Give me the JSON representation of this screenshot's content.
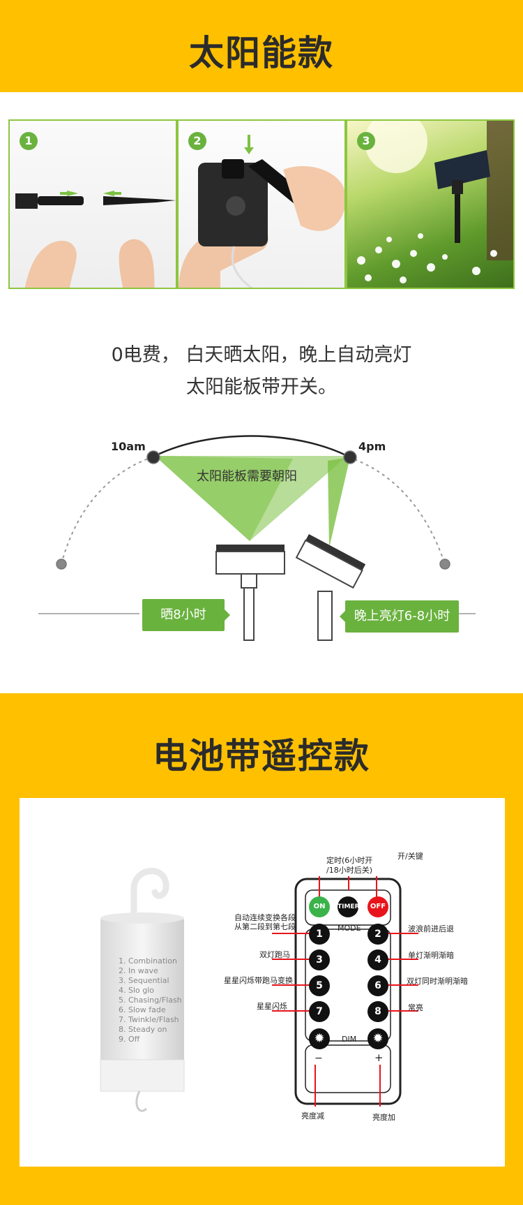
{
  "solar_section": {
    "title": "太阳能款",
    "steps": [
      {
        "number": "1"
      },
      {
        "number": "2"
      },
      {
        "number": "3"
      }
    ],
    "slogan_line1": "0电费， 白天晒太阳，晚上自动亮灯",
    "slogan_line2": "太阳能板带开关。",
    "diagram": {
      "time_start": "10am",
      "time_end": "4pm",
      "center_label": "太阳能板需要朝阳",
      "charge_label": "晒8小时",
      "light_label": "晚上亮灯6-8小时"
    }
  },
  "battery_section": {
    "title": "电池带遥控款",
    "battery_modes": [
      "1. Combination",
      "2. In wave",
      "3. Sequential",
      "4. Slo glo",
      "5. Chasing/Flash",
      "6. Slow fade",
      "7. Twinkle/Flash",
      "8. Steady on",
      "9. Off"
    ],
    "remote": {
      "on": "ON",
      "timer": "TIMER",
      "off": "OFF",
      "mode": "MODE",
      "dim": "DIM",
      "minus": "−",
      "plus": "+",
      "buttons": [
        "1",
        "2",
        "3",
        "4",
        "5",
        "6",
        "7",
        "8"
      ]
    },
    "annotations": {
      "timer": "定时(6小时开/18小时后关)",
      "timer_line1": "定时(6小时开",
      "timer_line2": "/18小时后关)",
      "power": "开/关键",
      "auto_line1": "自动连续变换各段",
      "auto_line2": "从第二段到第七段",
      "b2": "波浪前进后退",
      "b3": "双灯跑马",
      "b4": "单灯渐明渐暗",
      "b5": "星星闪烁带跑马变换",
      "b6": "双灯同时渐明渐暗",
      "b7": "星星闪烁",
      "b8": "常亮",
      "dim_down": "亮度减",
      "dim_up": "亮度加"
    }
  },
  "colors": {
    "band": "#FFC000",
    "green": "#6ab23e",
    "red": "#e8141b"
  }
}
